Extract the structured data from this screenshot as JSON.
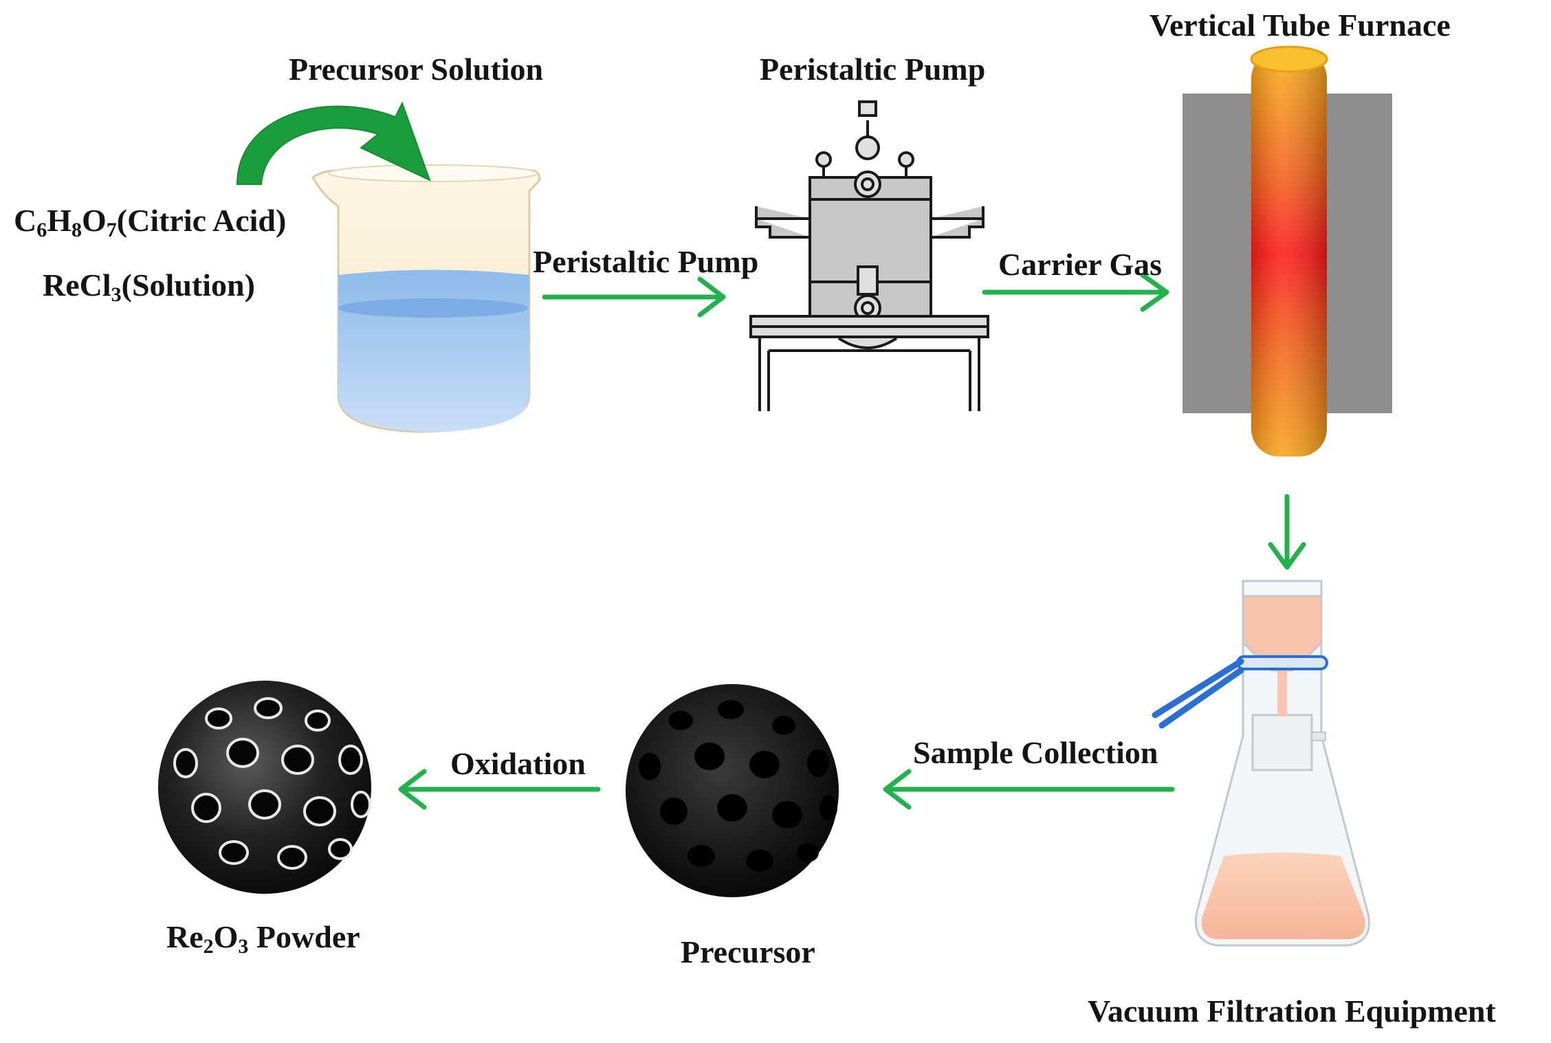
{
  "labels": {
    "precursor_solution": "Precursor Solution",
    "citric_acid_formula_prefix": "C",
    "citric_acid_h_sub": "6",
    "citric_acid_h": "H",
    "citric_acid_o_sub": "8",
    "citric_acid_o": "O",
    "citric_acid_end_sub": "7",
    "citric_acid_name": "(Citric Acid)",
    "recl_prefix": "ReCl",
    "recl_sub": "3",
    "recl_name": "(Solution)",
    "peristaltic_pump_title": "Peristaltic Pump",
    "peristaltic_pump_arrow": "Peristaltic Pump",
    "carrier_gas": "Carrier Gas",
    "vertical_tube_furnace": "Vertical Tube Furnace",
    "sample_collection": "Sample Collection",
    "vacuum_filtration": "Vacuum Filtration Equipment",
    "oxidation": "Oxidation",
    "precursor": "Precursor",
    "re_prefix": "Re",
    "re_sub": "2",
    "re_o": "O",
    "re_o_sub": "3",
    "re_powder": " Powder"
  },
  "colors": {
    "arrow_green": "#22b14c",
    "curved_arrow_green": "#1a9e3c",
    "liquid_blue": "#7fb2e8",
    "furnace_gray": "#8e8e8e",
    "tube_orange": "#f7a21b",
    "tube_red": "#ff1a1a",
    "filtrate_peach": "#f9c3a8",
    "clamp_blue": "#2a6fd6",
    "sphere_black": "#1a1a1a"
  }
}
